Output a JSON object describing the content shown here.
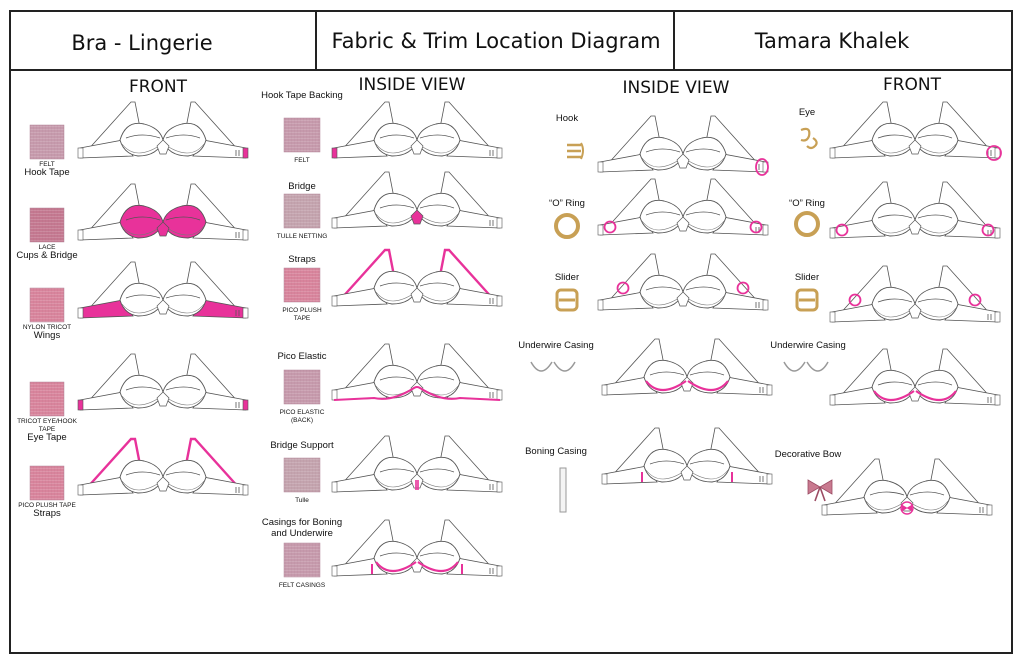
{
  "header": {
    "left_title": "Bra - Lingerie",
    "center_title": "Fabric & Trim Location Diagram",
    "right_title": "Tamara Khalek"
  },
  "colors": {
    "accent": "#e8329a",
    "outline": "#555555",
    "swatch_felt": "#c69aac",
    "swatch_lace": "#c47890",
    "swatch_tricot": "#d8849c",
    "swatch_tulle": "#c4a4ae",
    "hardware_gold": "#c8a055"
  },
  "columns": {
    "col1_title": "FRONT",
    "col2_title": "INSIDE VIEW",
    "col3_title": "INSIDE VIEW",
    "col4_title": "FRONT"
  },
  "col1": [
    {
      "caption": "FELT",
      "label": "Hook Tape",
      "highlight": "hook-tape"
    },
    {
      "caption": "LACE",
      "label": "Cups & Bridge",
      "highlight": "cups"
    },
    {
      "caption": "NYLON TRICOT",
      "label": "Wings",
      "highlight": "wings"
    },
    {
      "caption": "TRICOT EYE/HOOK TAPE",
      "label": "Eye Tape",
      "highlight": "eye-tape"
    },
    {
      "caption": "PICO PLUSH TAPE",
      "label": "Straps",
      "highlight": "straps"
    }
  ],
  "col2": [
    {
      "label": "Hook Tape Backing",
      "caption": "FELT",
      "highlight": "hook-backing"
    },
    {
      "label": "Bridge",
      "caption": "TULLE NETTING",
      "highlight": "bridge"
    },
    {
      "label": "Straps",
      "caption": "PICO PLUSH TAPE",
      "highlight": "straps"
    },
    {
      "label": "Pico Elastic",
      "caption": "PICO ELASTIC (BACK)",
      "highlight": "pico"
    },
    {
      "label": "Bridge Support",
      "caption": "Tulle",
      "highlight": "bridge-support"
    },
    {
      "label": "Casings for Boning and Underwire",
      "caption": "FELT CASINGS",
      "highlight": "casings"
    }
  ],
  "col3": [
    {
      "label": "Hook",
      "highlight": "hook"
    },
    {
      "label": "“O” Ring",
      "highlight": "oring"
    },
    {
      "label": "Slider",
      "highlight": "slider"
    },
    {
      "label": "Underwire Casing",
      "highlight": "underwire"
    },
    {
      "label": "Boning Casing",
      "highlight": "boning"
    }
  ],
  "col4": [
    {
      "label": "Eye",
      "highlight": "eye"
    },
    {
      "label": "“O” Ring",
      "highlight": "oring"
    },
    {
      "label": "Slider",
      "highlight": "slider"
    },
    {
      "label": "Underwire Casing",
      "highlight": "underwire"
    },
    {
      "label": "Decorative Bow",
      "highlight": "bow"
    }
  ]
}
